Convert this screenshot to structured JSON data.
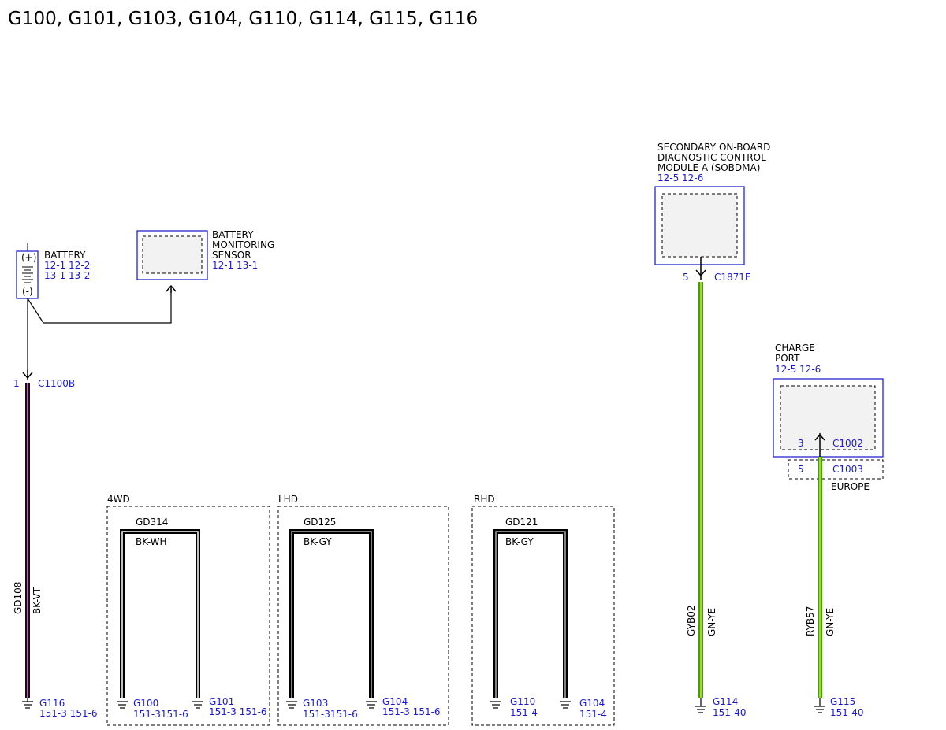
{
  "title": "G100, G101, G103, G104, G110, G114, G115, G116",
  "colors": {
    "component_border": "#2323cc",
    "reference_text": "#1a1acc",
    "wire_bk_vt": "#4a2a4a",
    "wire_gn_ye": "#3fa00e",
    "wire_black": "#111111",
    "component_fill": "#f2f2f2"
  },
  "battery": {
    "name": "BATTERY",
    "refs_1": "12-1   12-2",
    "refs_2": "13-1   13-2",
    "plus": "(+)",
    "minus": "(-)"
  },
  "battery_sensor": {
    "name_1": "BATTERY",
    "name_2": "MONITORING",
    "name_3": "SENSOR",
    "refs": "12-1   13-1"
  },
  "sobdma": {
    "name_1": "SECONDARY ON-BOARD",
    "name_2": "DIAGNOSTIC CONTROL",
    "name_3": "MODULE A (SOBDMA)",
    "refs": "12-5   12-6",
    "pin": "5",
    "connector": "C1871E"
  },
  "charge_port": {
    "name_1": "CHARGE",
    "name_2": "PORT",
    "refs": "12-5   12-6",
    "pin": "3",
    "connector": "C1002",
    "inline_pin": "5",
    "inline_connector": "C1003",
    "option": "EUROPE"
  },
  "battery_wire": {
    "pin": "1",
    "connector": "C1100B",
    "circuit": "GD108",
    "color": "BK-VT",
    "ground": "G116",
    "ground_refs": "151-3 151-6"
  },
  "box_4wd": {
    "label": "4WD",
    "circuit": "GD314",
    "color": "BK-WH",
    "ground_left": "G100",
    "ground_left_refs": "151-3151-6",
    "ground_right": "G101",
    "ground_right_refs": "151-3 151-6"
  },
  "box_lhd": {
    "label": "LHD",
    "circuit": "GD125",
    "color": "BK-GY",
    "ground_left": "G103",
    "ground_left_refs": "151-3151-6",
    "ground_right": "G104",
    "ground_right_refs": "151-3 151-6"
  },
  "box_rhd": {
    "label": "RHD",
    "circuit": "GD121",
    "color": "BK-GY",
    "ground_left": "G110",
    "ground_left_refs": "151-4",
    "ground_right": "G104",
    "ground_right_refs": "151-4"
  },
  "sobdma_wire": {
    "circuit": "GYB02",
    "color": "GN-YE",
    "ground": "G114",
    "ground_refs": "151-40"
  },
  "charge_wire": {
    "circuit": "RYB57",
    "color": "GN-YE",
    "ground": "G115",
    "ground_refs": "151-40"
  }
}
